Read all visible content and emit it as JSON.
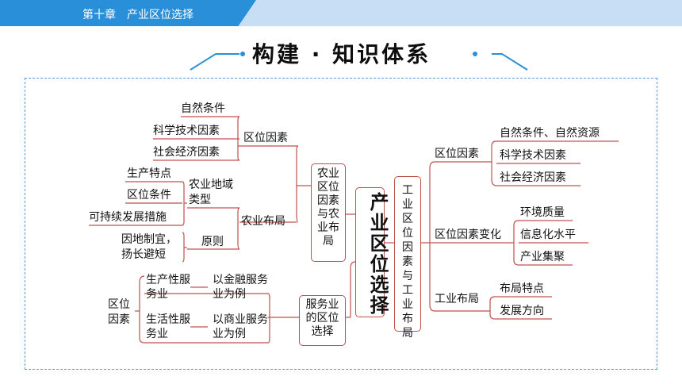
{
  "header": {
    "chapter": "第十章　产业区位选择",
    "section_title": "构建 · 知识体系"
  },
  "colors": {
    "banner_blue": "#2a8fd9",
    "banner_light": "#c8def4",
    "line_red": "#c0504d",
    "frame_blue": "#5d9be0"
  },
  "central": "产业区位选择",
  "agriculture": {
    "box": "农业区位因素与农业布局",
    "location_factors": {
      "label": "区位因素",
      "items": [
        "自然条件",
        "科学技术因素",
        "社会经济因素"
      ]
    },
    "layout": {
      "label": "农业布局",
      "regional_type": {
        "label": "农业地域类型",
        "items": [
          "生产特点",
          "区位条件",
          "可持续发展措施"
        ]
      },
      "principle": {
        "label": "原则",
        "items": [
          "因地制宜，扬长避短"
        ]
      }
    }
  },
  "service": {
    "box": "服务业的区位选择",
    "factor_label": "区位因素",
    "rows": [
      {
        "type": "生产性服务业",
        "example": "以金融服务业为例"
      },
      {
        "type": "生活性服务业",
        "example": "以商业服务业为例"
      }
    ]
  },
  "industry": {
    "box": "工业区位因素与工业布局",
    "location_factors": {
      "label": "区位因素",
      "items": [
        "自然条件、自然资源",
        "科学技术因素",
        "社会经济因素"
      ]
    },
    "factor_change": {
      "label": "区位因素变化",
      "items": [
        "环境质量",
        "信息化水平",
        "产业集聚"
      ]
    },
    "layout": {
      "label": "工业布局",
      "items": [
        "布局特点",
        "发展方向"
      ]
    }
  }
}
